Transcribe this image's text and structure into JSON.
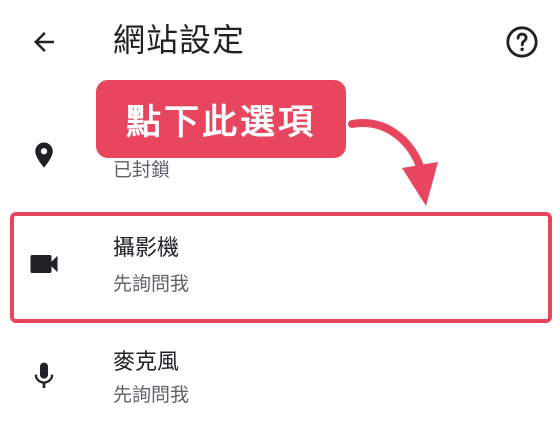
{
  "header": {
    "title": "網站設定",
    "back_icon": "arrow-back-icon",
    "help_icon": "help-circle-icon"
  },
  "rows": [
    {
      "id": "location",
      "icon": "location-pin-icon",
      "title": "",
      "subtitle": "已封鎖"
    },
    {
      "id": "camera",
      "icon": "videocam-icon",
      "title": "攝影機",
      "subtitle": "先詢問我"
    },
    {
      "id": "microphone",
      "icon": "microphone-icon",
      "title": "麥克風",
      "subtitle": "先詢問我"
    }
  ],
  "annotation": {
    "callout_text": "點下此選項",
    "color": "#e8465f"
  },
  "colors": {
    "text_primary": "#202124",
    "text_secondary": "#5f6368",
    "icon": "#202124"
  }
}
